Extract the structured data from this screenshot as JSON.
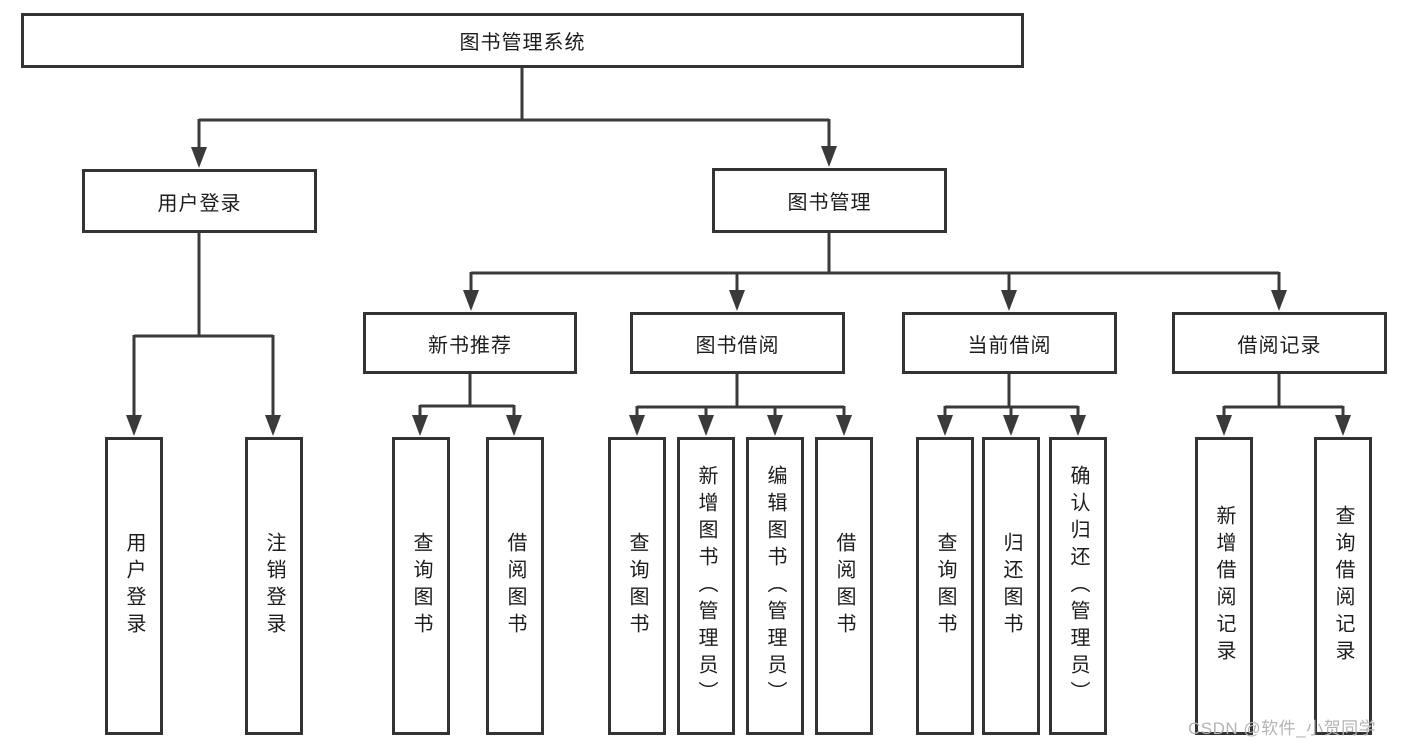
{
  "diagram": {
    "root": {
      "label": "图书管理系统"
    },
    "level2": [
      {
        "label": "用户登录"
      },
      {
        "label": "图书管理"
      }
    ],
    "level3": [
      {
        "label": "新书推荐"
      },
      {
        "label": "图书借阅"
      },
      {
        "label": "当前借阅"
      },
      {
        "label": "借阅记录"
      }
    ],
    "leaves": {
      "login": [
        {
          "label": "用户登录"
        },
        {
          "label": "注销登录"
        }
      ],
      "newbooks": [
        {
          "label": "查询图书"
        },
        {
          "label": "借阅图书"
        }
      ],
      "borrow": [
        {
          "label": "查询图书"
        },
        {
          "label": "新增图书（管理员）"
        },
        {
          "label": "编辑图书（管理员）"
        },
        {
          "label": "借阅图书"
        }
      ],
      "current": [
        {
          "label": "查询图书"
        },
        {
          "label": "归还图书"
        },
        {
          "label": "确认归还（管理员）"
        }
      ],
      "records": [
        {
          "label": "新增借阅记录"
        },
        {
          "label": "查询借阅记录"
        }
      ]
    }
  },
  "watermark": {
    "text": "CSDN @软件_小贺同学"
  },
  "colors": {
    "background": "#ffffff",
    "line": "#3a3a3a",
    "box_border": "#333333",
    "box_fill": "#ffffff",
    "text": "#1d1d1d",
    "watermark": "#b4b4b4"
  }
}
